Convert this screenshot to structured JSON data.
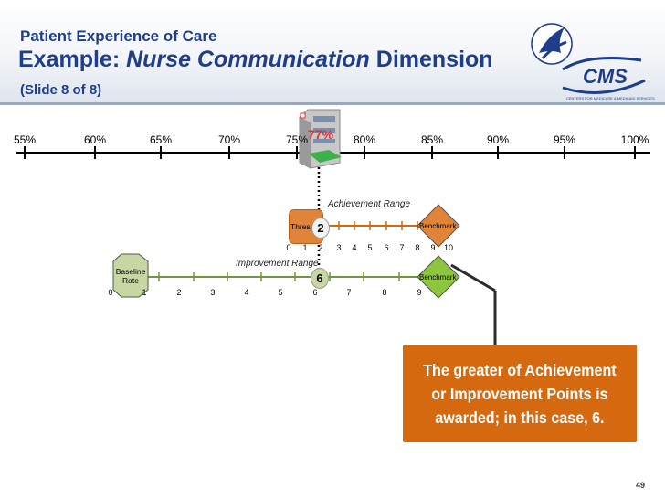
{
  "header": {
    "title_small": "Patient Experience of Care",
    "title_prefix": "Example: ",
    "title_italic": "Nurse Communication",
    "title_suffix": " Dimension",
    "subtitle": "(Slide 8 of 8)"
  },
  "logo": {
    "text": "CMS",
    "tagline": "CENTERS FOR MEDICARE & MEDICAID SERVICES"
  },
  "scale": {
    "labels": [
      "55%",
      "60%",
      "65%",
      "70%",
      "75%",
      "80%",
      "85%",
      "90%",
      "95%",
      "100%"
    ],
    "marker_value": "77%"
  },
  "achievement": {
    "range_label": "Achievement Range",
    "threshold_label": "Threshold",
    "benchmark_label": "Benchmark",
    "points": [
      "0",
      "1",
      "2",
      "3",
      "4",
      "5",
      "6",
      "7",
      "8",
      "9",
      "10"
    ],
    "score": "2"
  },
  "improvement": {
    "range_label": "Improvement Range",
    "baseline_label_1": "Baseline",
    "baseline_label_2": "Rate",
    "benchmark_label": "Benchmark",
    "points": [
      "0",
      "1",
      "2",
      "3",
      "4",
      "5",
      "6",
      "7",
      "8",
      "9"
    ],
    "score": "6"
  },
  "callout": {
    "line1": "The greater of Achievement",
    "line2": "or Improvement Points is",
    "line3": "awarded;  in this case, 6."
  },
  "page_number": "49",
  "colors": {
    "title": "#1e3e8c",
    "achievement_line": "#d4690f",
    "improvement_line": "#6a9a3a",
    "callout_bg": "#d4690f",
    "benchmark_fill": "#8cc63f"
  }
}
